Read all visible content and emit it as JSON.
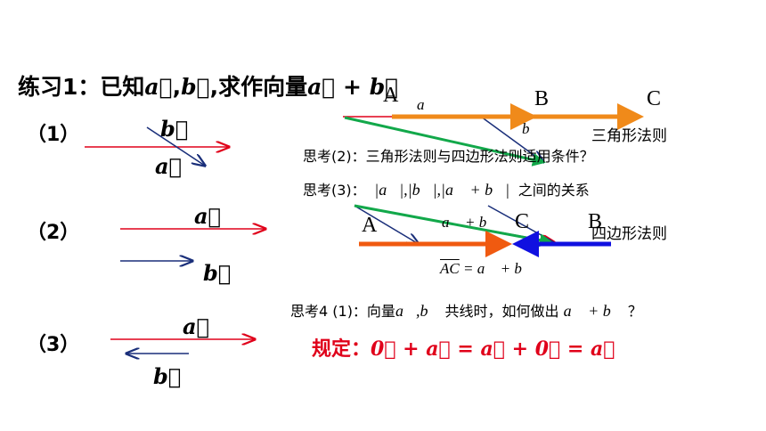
{
  "title": {
    "text": "练习1：已知",
    "mid": ",求作向量",
    "comma": ","
  },
  "vectors": {
    "a": "a",
    "b": "b",
    "zero": "0",
    "AC": "AC"
  },
  "symbols": {
    "plus": "+",
    "eq": "=",
    "abs": "|"
  },
  "parts": {
    "p1": "（1）",
    "p2": "（2）",
    "p3": "（3）"
  },
  "points": {
    "A": "A",
    "B": "B",
    "C": "C"
  },
  "methods": {
    "triangle": "三角形法则",
    "parallelogram": "四边形法则"
  },
  "thoughts": {
    "t2": "思考(2)：三角形法则与四边形法则适用条件？",
    "t3": "思考(3)：",
    "t3_tail": "之间的关系",
    "t4": "思考4 (1)：向量",
    "t4_mid": "共线时，如何做出",
    "t4_tail": "？"
  },
  "rule": {
    "label": "规定："
  }
}
